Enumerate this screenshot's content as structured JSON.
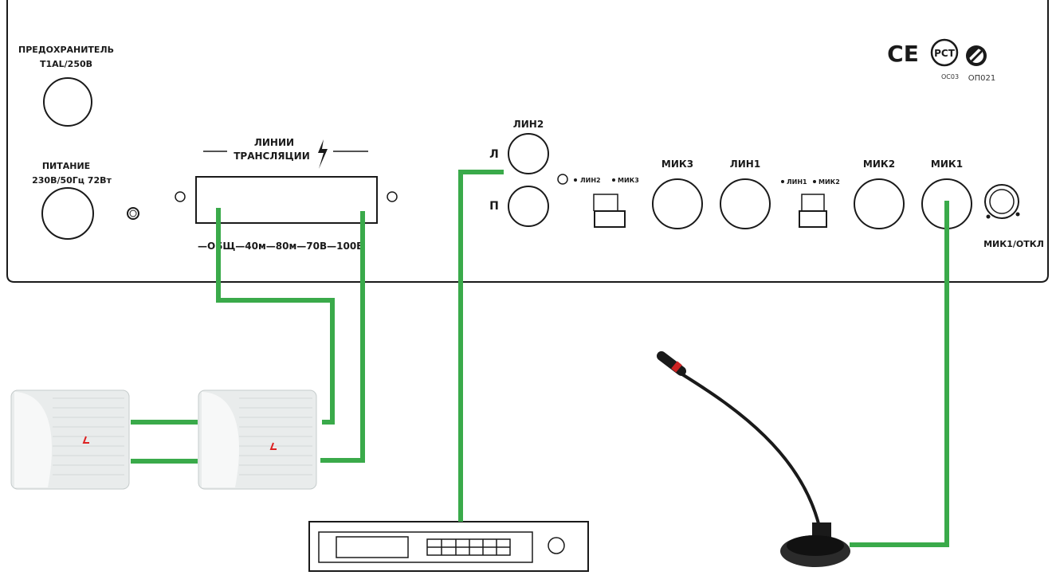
{
  "panel": {
    "fuse_label_1": "ПРЕДОХРАНИТЕЛЬ",
    "fuse_label_2": "T1AL/250B",
    "power_label_1": "ПИТАНИЕ",
    "power_label_2": "230В/50Гц 72Вт",
    "lines_label_1": "ЛИНИИ",
    "lines_label_2": "ТРАНСЛЯЦИИ",
    "terminal_taps": "—ОБЩ—40м—80м—70В—100В",
    "lin2": "ЛИН2",
    "lin2_l": "Л",
    "lin2_r": "П",
    "switch1_a": "ЛИН2",
    "switch1_b": "МИК3",
    "mic3": "МИК3",
    "lin1": "ЛИН1",
    "switch2_a": "ЛИН1",
    "switch2_b": "МИК2",
    "mic2": "МИК2",
    "mic1": "МИК1",
    "mic1_knob": "МИК1/ОТКЛ",
    "cert_ce": "CE",
    "cert_pct": "PCT",
    "cert_code_1": "OC03",
    "cert_code_2": "ОП021"
  },
  "colors": {
    "cable": "#3aaa4a",
    "outline": "#1a1a1a",
    "speaker": "#e9ecec"
  }
}
